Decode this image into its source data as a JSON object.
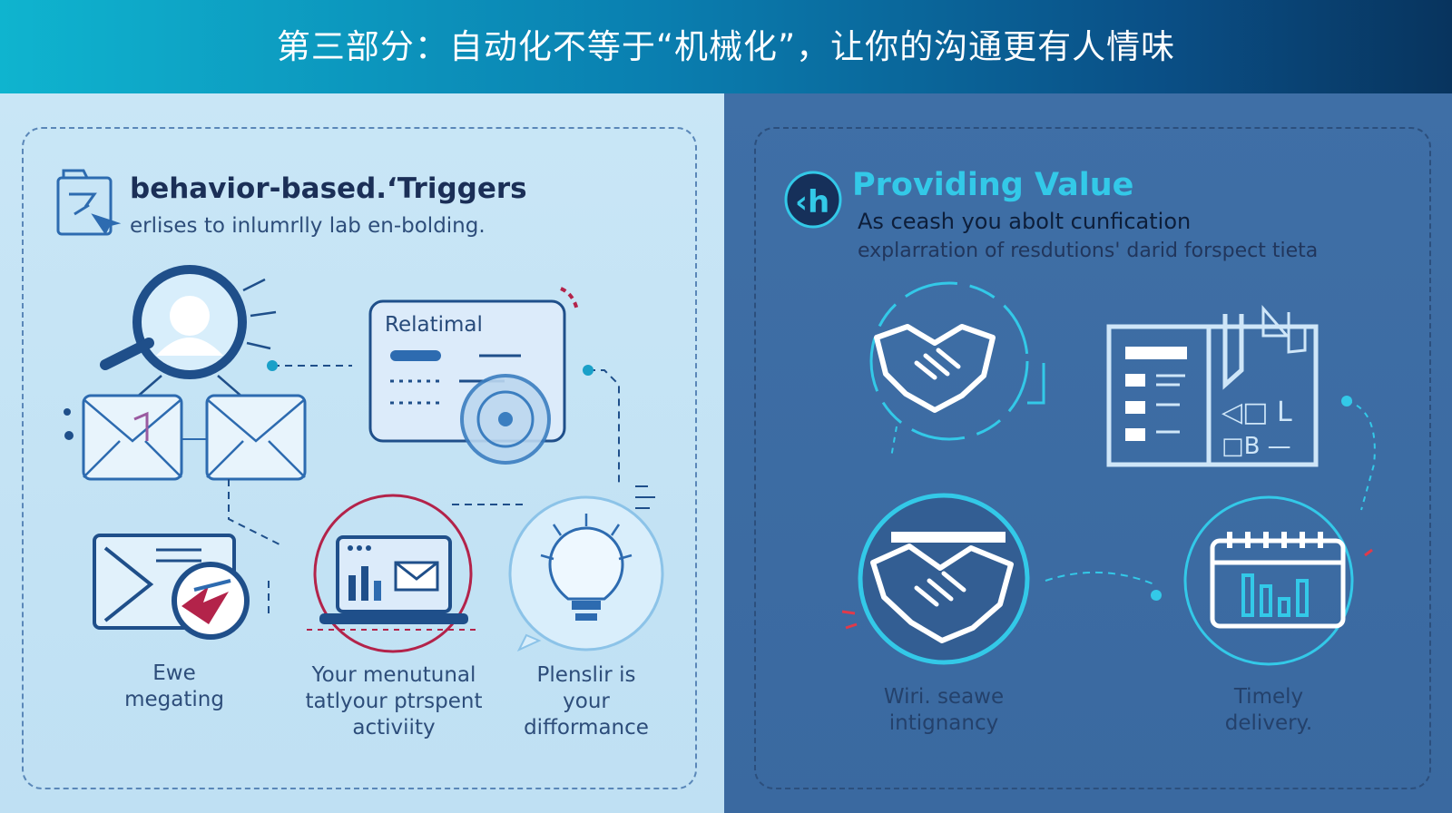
{
  "header": {
    "title": "第三部分：自动化不等于“机械化”，让你的沟通更有人情味"
  },
  "left_panel": {
    "title": "behavior-based.ʻTriggers",
    "subtitle": "erlises to inlumrlly lab en-bolding.",
    "card_label": "Relatimal",
    "captions": [
      [
        "Ewe",
        "megating"
      ],
      [
        "Your menutunal",
        "tatlyour ptrspent",
        "activiity"
      ],
      [
        "Plenslir is",
        "your",
        "difformance"
      ]
    ]
  },
  "right_panel": {
    "title": "Providing Value",
    "subtitle": "As ceash you abolt cunfication",
    "subtitle2": "explarration of  resdutions' darid forspect tieta",
    "captions": [
      [
        "Wiri. seawe",
        "intignancy"
      ],
      [
        "Timely",
        "delivery."
      ]
    ]
  },
  "colors": {
    "header_start": "#0fb4cf",
    "header_end": "#08345e",
    "left_bg": "#c9e6f6",
    "right_bg": "#3f6fa6",
    "accent_cyan": "#33c9e8",
    "accent_red": "#b3234a",
    "navy": "#1f4f8a"
  },
  "icons": {
    "left_title": "cursor-click-icon",
    "right_title": "h-code-icon",
    "left": [
      "magnifier-user-icon",
      "envelope-icon",
      "email-video-icon",
      "laptop-analytics-icon",
      "lightbulb-icon",
      "dashboard-card-icon"
    ],
    "right": [
      "handshake-icon",
      "report-document-icon",
      "handshake-circle-icon",
      "calendar-chart-icon"
    ]
  }
}
